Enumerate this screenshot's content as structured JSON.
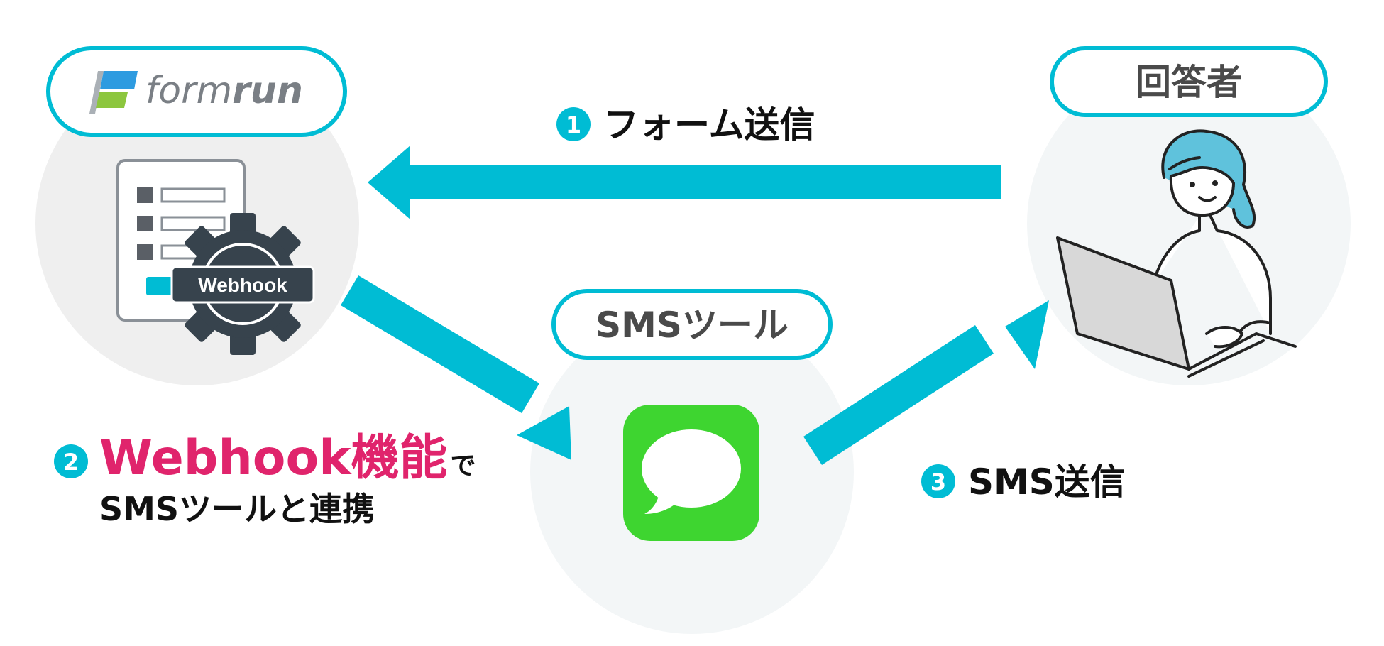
{
  "colors": {
    "accent": "#00bcd4",
    "highlight": "#e0246c",
    "text": "#111111",
    "circle_gray": "#efefef",
    "circle_light": "#f3f6f7",
    "message_green": "#3ed530",
    "gear_dark": "#37434d"
  },
  "nodes": {
    "formrun": {
      "logo_text_light": "form",
      "logo_text_bold": "run",
      "gear_label": "Webhook"
    },
    "sms_tool": {
      "label": "SMSツール",
      "icon": "message-bubble-icon"
    },
    "respondent": {
      "label": "回答者",
      "icon": "person-laptop-illustration"
    }
  },
  "steps": {
    "step1": {
      "number": "1",
      "label": "フォーム送信"
    },
    "step2": {
      "number": "2",
      "highlight": "Webhook機能",
      "suffix": "で",
      "line2": "SMSツールと連携"
    },
    "step3": {
      "number": "3",
      "label": "SMS送信"
    }
  }
}
